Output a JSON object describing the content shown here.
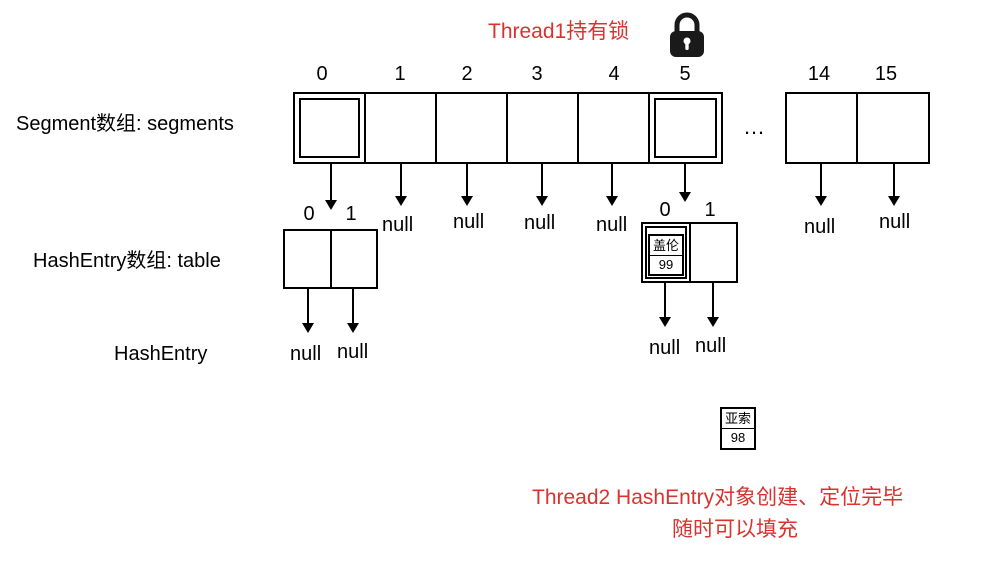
{
  "thread1_label": "Thread1持有锁",
  "lock_icon": "lock-icon",
  "segments": {
    "label": "Segment数组: segments",
    "indices": [
      "0",
      "1",
      "2",
      "3",
      "4",
      "5",
      "14",
      "15"
    ],
    "ellipsis": "…",
    "nulls": [
      "null",
      "null",
      "null",
      "null",
      "null",
      "null"
    ]
  },
  "table_left": {
    "label": "HashEntry数组: table",
    "indices": [
      "0",
      "1"
    ],
    "nulls": [
      "null",
      "null"
    ]
  },
  "table_right": {
    "indices": [
      "0",
      "1"
    ],
    "entry": {
      "key": "盖伦",
      "value": "99"
    },
    "nulls": [
      "null",
      "null"
    ]
  },
  "hashentry_label": "HashEntry",
  "new_entry": {
    "key": "亚索",
    "value": "98"
  },
  "thread2_label": {
    "line1": "Thread2 HashEntry对象创建、定位完毕",
    "line2": "随时可以填充"
  },
  "colors": {
    "annotation": "#d8332e",
    "lock": "#1a1a1a"
  }
}
